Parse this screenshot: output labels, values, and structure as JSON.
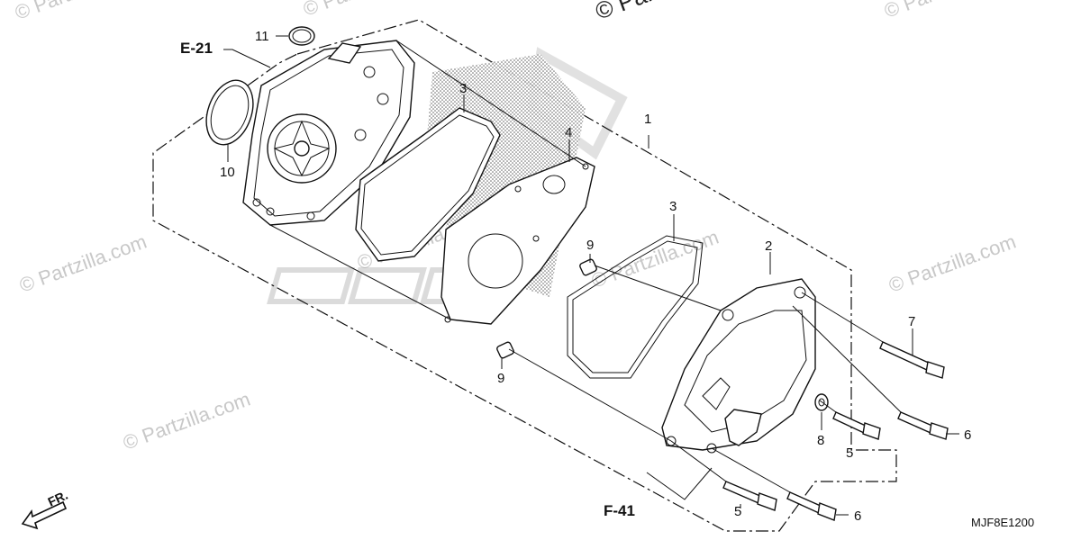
{
  "diagram": {
    "callouts": [
      {
        "id": "c1",
        "text": "1"
      },
      {
        "id": "c2",
        "text": "2"
      },
      {
        "id": "c3a",
        "text": "3"
      },
      {
        "id": "c3b",
        "text": "3"
      },
      {
        "id": "c4",
        "text": "4"
      },
      {
        "id": "c5a",
        "text": "5"
      },
      {
        "id": "c5b",
        "text": "5"
      },
      {
        "id": "c6a",
        "text": "6"
      },
      {
        "id": "c6b",
        "text": "6"
      },
      {
        "id": "c7",
        "text": "7"
      },
      {
        "id": "c8",
        "text": "8"
      },
      {
        "id": "c9a",
        "text": "9"
      },
      {
        "id": "c9b",
        "text": "9"
      },
      {
        "id": "c10",
        "text": "10"
      },
      {
        "id": "c11",
        "text": "11"
      }
    ],
    "refs": {
      "e21": "E-21",
      "f41": "F-41"
    },
    "front_label": "FR.",
    "diagram_code": "MJF8E1200"
  },
  "watermarks": [
    {
      "text": "© Partzilla.com"
    },
    {
      "text": "© Partzilla.com"
    },
    {
      "text": "© Partzilla.com"
    },
    {
      "text": "© Partzilla.com"
    },
    {
      "text": "© Partzilla.com"
    },
    {
      "text": "© Partzilla.com"
    },
    {
      "text": "© Partzilla.com"
    },
    {
      "text": "© Partzilla.com"
    },
    {
      "text": "© Par"
    }
  ]
}
